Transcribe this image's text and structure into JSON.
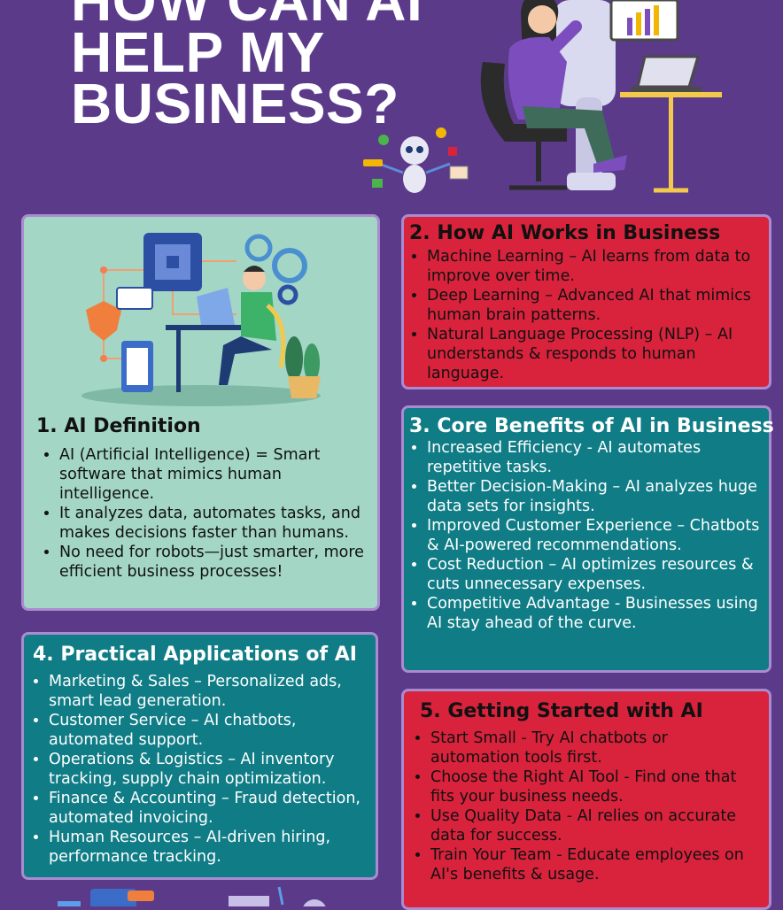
{
  "title": {
    "line1": "HOW CAN AI",
    "line2": "HELP MY",
    "line3": "BUSINESS?"
  },
  "section1": {
    "heading": "1. AI Definition",
    "items": [
      "AI (Artificial Intelligence) = Smart software that mimics human intelligence.",
      "It analyzes data, automates tasks, and makes decisions faster than humans.",
      "No need for robots—just smarter, more efficient business processes!"
    ]
  },
  "section2": {
    "heading": "2. How AI Works in Business",
    "items": [
      "Machine Learning – AI learns from data to improve over time.",
      "Deep Learning – Advanced AI that mimics human brain patterns.",
      "Natural Language Processing (NLP) – AI understands & responds to human language."
    ]
  },
  "section3": {
    "heading": "3. Core Benefits of AI in Business",
    "items": [
      "Increased Efficiency - AI automates repetitive tasks.",
      "Better Decision-Making – AI analyzes huge data sets for insights.",
      "Improved Customer Experience – Chatbots & AI-powered recommendations.",
      "Cost Reduction – AI optimizes resources & cuts unnecessary expenses.",
      "Competitive Advantage - Businesses using AI stay ahead of the curve."
    ]
  },
  "section4": {
    "heading": "4. Practical Applications of AI",
    "items": [
      "Marketing & Sales – Personalized ads, smart lead generation.",
      "Customer Service – AI chatbots, automated support.",
      "Operations & Logistics – AI inventory tracking, supply chain optimization.",
      "Finance & Accounting – Fraud detection, automated invoicing.",
      "Human Resources – AI-driven hiring, performance tracking."
    ]
  },
  "section5": {
    "heading": "5. Getting Started with AI",
    "items": [
      "Start Small - Try AI chatbots or automation tools first.",
      "Choose the Right AI Tool - Find one that fits your business needs.",
      "Use Quality Data - AI relies on accurate data for success.",
      "Train Your Team - Educate employees on AI's benefits & usage."
    ]
  },
  "icons": [
    "person-with-robot-illustration",
    "robot-icon",
    "cpu-chip-icon",
    "gear-icon",
    "person-at-laptop-illustration",
    "plant-icon",
    "shield-icon",
    "code-window-icon",
    "phone-icon"
  ],
  "colors": {
    "background": "#5b3a8a",
    "mint": "#a3d6c5",
    "red": "#d9233c",
    "teal": "#0f7c86",
    "border": "#a98bd0"
  }
}
